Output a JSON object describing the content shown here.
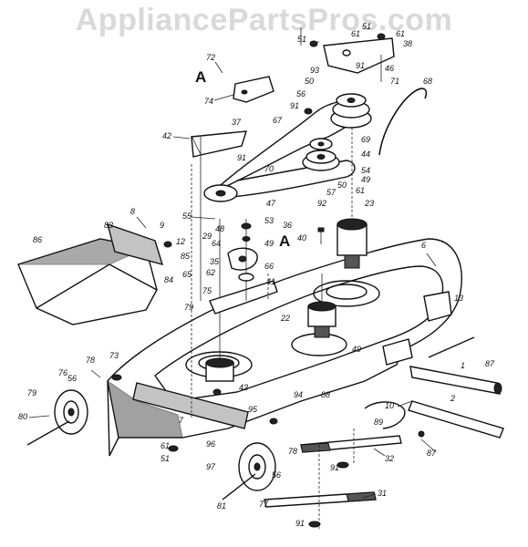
{
  "watermark": "AppliancePartsPros.com",
  "ref_marks": [
    "A",
    "A"
  ],
  "part_labels": [
    "51",
    "61",
    "38",
    "51",
    "61",
    "72",
    "93",
    "91",
    "46",
    "50",
    "71",
    "68",
    "74",
    "56",
    "91",
    "37",
    "67",
    "69",
    "42",
    "91",
    "70",
    "44",
    "54",
    "50",
    "49",
    "57",
    "61",
    "92",
    "47",
    "55",
    "36",
    "23",
    "40",
    "8",
    "9",
    "48",
    "53",
    "12",
    "83",
    "29",
    "64",
    "49",
    "86",
    "85",
    "35",
    "66",
    "6",
    "84",
    "65",
    "62",
    "41",
    "13",
    "75",
    "79",
    "22",
    "49",
    "1",
    "87",
    "73",
    "78",
    "76",
    "56",
    "43",
    "94",
    "88",
    "10",
    "2",
    "95",
    "79",
    "80",
    "7",
    "96",
    "89",
    "87",
    "61",
    "51",
    "97",
    "32",
    "78",
    "56",
    "91",
    "81",
    "77",
    "31",
    "91"
  ]
}
